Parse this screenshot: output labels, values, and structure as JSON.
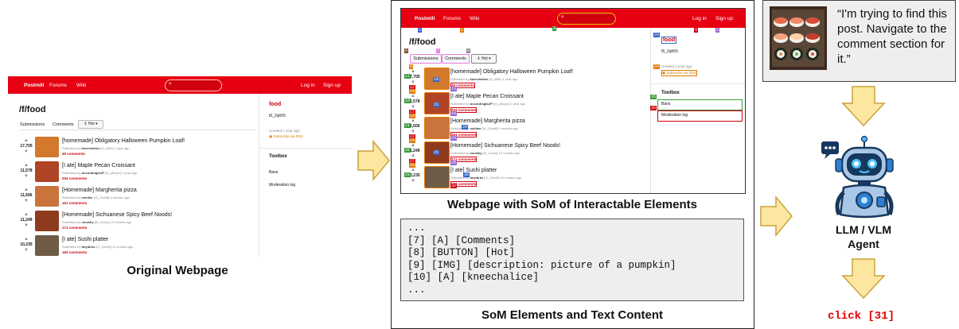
{
  "postmill": {
    "brand": "Postmill",
    "nav": [
      "Forums",
      "Wiki"
    ],
    "login": "Log in",
    "signup": "Sign up",
    "forum_title": "/f/food",
    "tabs": [
      "Submissions",
      "Comments"
    ],
    "hot": "⇕ Hot ▾",
    "sidebar": {
      "name": "food",
      "id": "t5_2qh55",
      "created": "Created 1 year ago",
      "rss": "Subscribe via RSS",
      "toolbox": "Toolbox",
      "bans": "Bans",
      "modlog": "Moderation log"
    },
    "posts": [
      {
        "score": "17,705",
        "title": "[homemade] Obligatory Halloween Pumpkin Loaf!",
        "submitted": "Submitted by",
        "user": "kneechalice",
        "meta": "[t3_yt9fc] 1 year ago",
        "comments": "45 comments",
        "thumb": "#d3792e"
      },
      {
        "score": "11,578",
        "title": "[I ate] Maple Pecan Croissant",
        "submitted": "Submitted by",
        "user": "AccordingtoJP",
        "meta": "[t3_y8xzyv] 1 year ago",
        "comments": "204 comments",
        "thumb": "#b04426"
      },
      {
        "score": "11,506",
        "title": "[Homemade] Margherita pizza",
        "submitted": "Submitted by",
        "user": "nchiker",
        "meta": "[t3_12ckt8] 9 months ago",
        "comments": "161 comments",
        "thumb": "#c9743b"
      },
      {
        "score": "11,249",
        "title": "[Homemade] Sichuanese Spicy Beef Noods!",
        "submitted": "Submitted by",
        "user": "nnnwhy",
        "meta": "[t3_11xixy] 10 months ago",
        "comments": "171 comments",
        "thumb": "#8e3a1f"
      },
      {
        "score": "10,235",
        "title": "[I ate] Sushi platter",
        "submitted": "Submitted by",
        "user": "larylbrks",
        "meta": "[t3_10xd9l] 11 months ago",
        "comments": "183 comments",
        "thumb": "#6f5c48"
      }
    ]
  },
  "captions": {
    "original": "Original Webpage",
    "som": "Webpage with SoM of Interactable Elements",
    "elements": "SoM Elements and Text Content",
    "agent": "LLM / VLM\nAgent"
  },
  "som_text": "...\n[7] [A] [Comments]\n[8] [BUTTON] [Hot]\n[9] [IMG] [description: picture of a pumpkin]\n[10] [A] [kneechalice]\n...",
  "instruction": "“I'm trying to find this post. Navigate to the comment section for it.”",
  "action": "click [31]",
  "som_labels": {
    "tags": [
      "1",
      "2",
      "3",
      "4",
      "5",
      "6",
      "7",
      "8",
      "9",
      "10",
      "11",
      "12",
      "13",
      "14",
      "15",
      "16",
      "17",
      "18",
      "19",
      "20",
      "21",
      "22",
      "23",
      "24",
      "25",
      "26",
      "27",
      "28",
      "29",
      "30",
      "31",
      "32",
      "33",
      "34",
      "35",
      "36",
      "37",
      "38",
      "39",
      "40",
      "41",
      "42",
      "43",
      "44"
    ]
  },
  "colors": {
    "postmill_red": "#e60012",
    "arrow_fill": "#fde7a0",
    "arrow_stroke": "#c9a23b",
    "action_red": "#e00000",
    "robot_blue": "#2d7fd0"
  }
}
